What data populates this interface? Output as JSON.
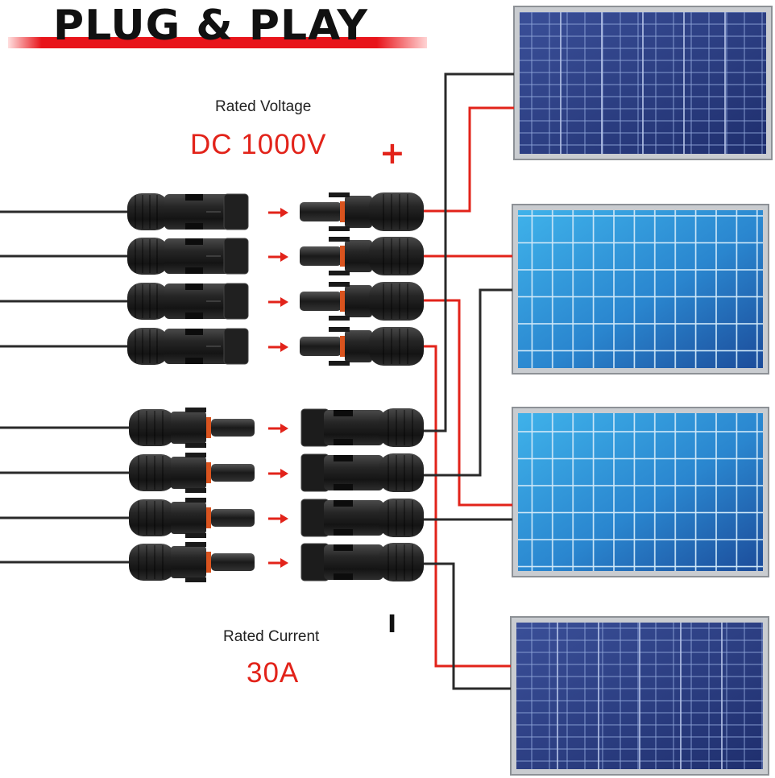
{
  "title": "PLUG & PLAY",
  "voltage": {
    "label": "Rated Voltage",
    "value": "DC 1000V"
  },
  "current": {
    "label": "Rated Current",
    "value": "30A"
  },
  "polarity": {
    "positive": "+",
    "negative": "I"
  },
  "colors": {
    "accent_red": "#e2231a",
    "wire_black": "#2a2a2a",
    "connector": "#1e1e1e",
    "seal_orange": "#d9531e",
    "panel_mono": "#2b3f86",
    "panel_poly": "#2a8fd6"
  },
  "top_connector_group": {
    "count": 4,
    "type": "female-to-male"
  },
  "bottom_connector_group": {
    "count": 4,
    "type": "male-to-female"
  },
  "panels": [
    {
      "style": "mono"
    },
    {
      "style": "poly"
    },
    {
      "style": "poly"
    },
    {
      "style": "mono"
    }
  ]
}
